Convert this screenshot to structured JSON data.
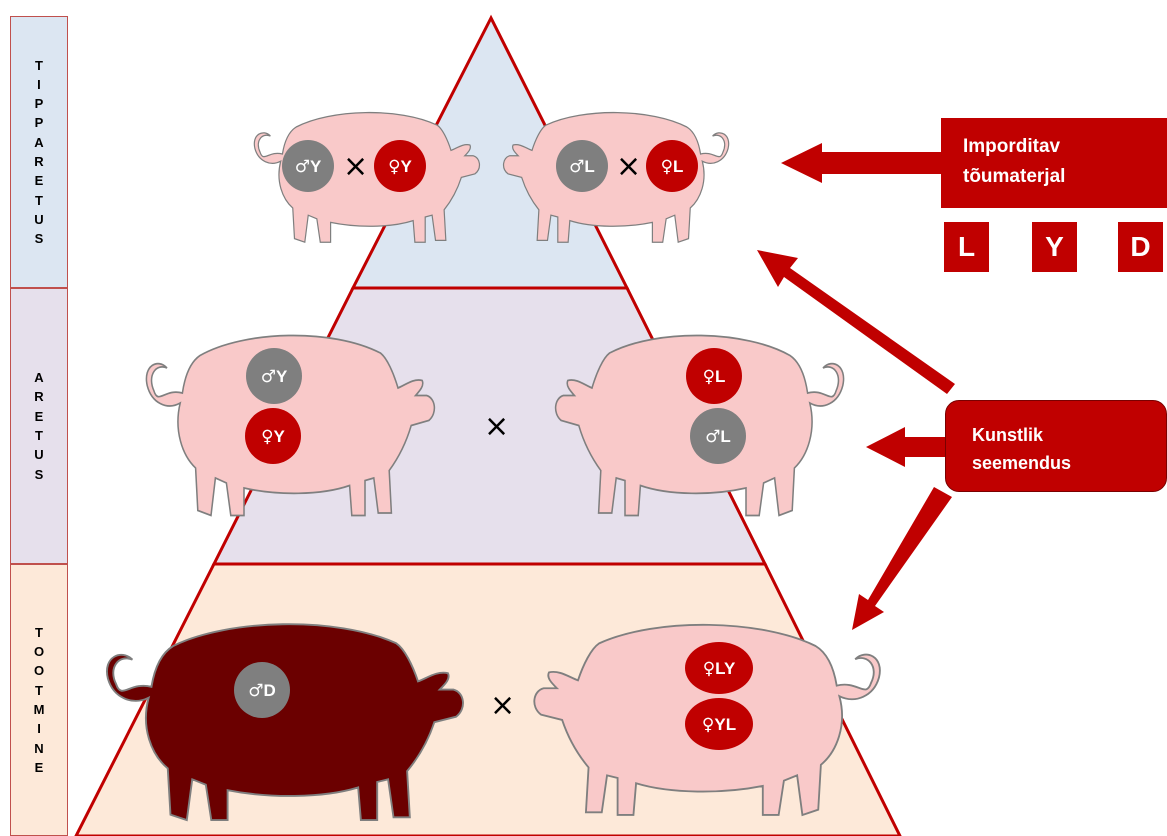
{
  "side_labels": [
    {
      "id": "tippparetus",
      "letters": [
        "T",
        "I",
        "P",
        "P",
        "A",
        "R",
        "E",
        "T",
        "U",
        "S"
      ],
      "color": "#dce6f2"
    },
    {
      "id": "aretus",
      "letters": [
        "A",
        "R",
        "E",
        "T",
        "U",
        "S"
      ],
      "color": "#e6e0ec"
    },
    {
      "id": "tootmine",
      "letters": [
        "T",
        "O",
        "O",
        "T",
        "M",
        "I",
        "N",
        "E"
      ],
      "color": "#fde9d9"
    }
  ],
  "pyramid": {
    "tiers": [
      {
        "name": "tippparetus",
        "color": "#dce6f2"
      },
      {
        "name": "aretus",
        "color": "#e6e0ec"
      },
      {
        "name": "tootmine",
        "color": "#fde9d9"
      }
    ],
    "outline_color": "#c00000"
  },
  "pigs": {
    "top_left": {
      "badges": [
        {
          "symbol": "♂",
          "code": "Y",
          "kind": "male"
        },
        {
          "symbol": "♀",
          "code": "Y",
          "kind": "female"
        }
      ]
    },
    "top_right": {
      "badges": [
        {
          "symbol": "♂",
          "code": "L",
          "kind": "male"
        },
        {
          "symbol": "♀",
          "code": "L",
          "kind": "female"
        }
      ]
    },
    "mid_left": {
      "badges": [
        {
          "symbol": "♂",
          "code": "Y",
          "kind": "male"
        },
        {
          "symbol": "♀",
          "code": "Y",
          "kind": "female"
        }
      ]
    },
    "mid_right": {
      "badges": [
        {
          "symbol": "♀",
          "code": "L",
          "kind": "female"
        },
        {
          "symbol": "♂",
          "code": "L",
          "kind": "male"
        }
      ]
    },
    "bottom_left": {
      "badges": [
        {
          "symbol": "♂",
          "code": "D",
          "kind": "male"
        }
      ]
    },
    "bottom_right": {
      "badges": [
        {
          "symbol": "♀",
          "code": "LY",
          "kind": "female"
        },
        {
          "symbol": "♀",
          "code": "YL",
          "kind": "female"
        }
      ]
    }
  },
  "cross_symbol": "×",
  "import_box": {
    "line1": "Imporditav",
    "line2": "tõumaterjal"
  },
  "breeds": [
    "L",
    "Y",
    "D"
  ],
  "ai_box": {
    "line1": "Kunstlik",
    "line2": "seemendus"
  },
  "colors": {
    "accent_red": "#c00000",
    "male_badge": "#7f7f7f",
    "female_badge": "#c00000",
    "pig_pink": "#f9c9c9",
    "pig_dark": "#6b0000"
  }
}
